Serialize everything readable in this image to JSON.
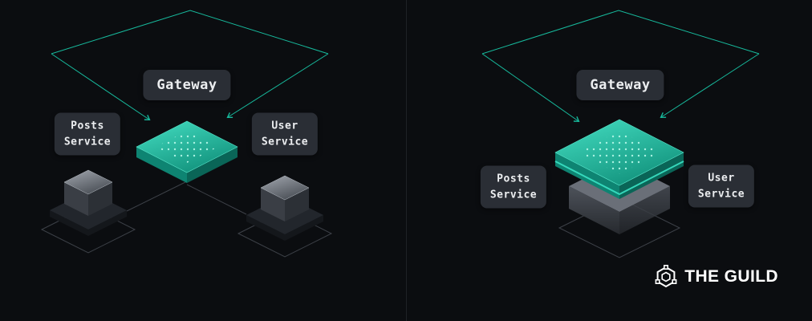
{
  "colors": {
    "background": "#0b0d10",
    "accent_teal": "#17b99c",
    "platform_teal_light": "#45dfc3",
    "platform_teal_dark": "#13947e",
    "label_bg": "#2a2e35",
    "label_text": "#eceef0",
    "wireframe": "#3d4148"
  },
  "left_diagram": {
    "gateway_label": "Gateway",
    "posts_service_label": "Posts\nService",
    "user_service_label": "User\nService"
  },
  "right_diagram": {
    "gateway_label": "Gateway",
    "posts_service_label": "Posts\nService",
    "user_service_label": "User\nService"
  },
  "logo": {
    "text": "THE GUILD"
  }
}
